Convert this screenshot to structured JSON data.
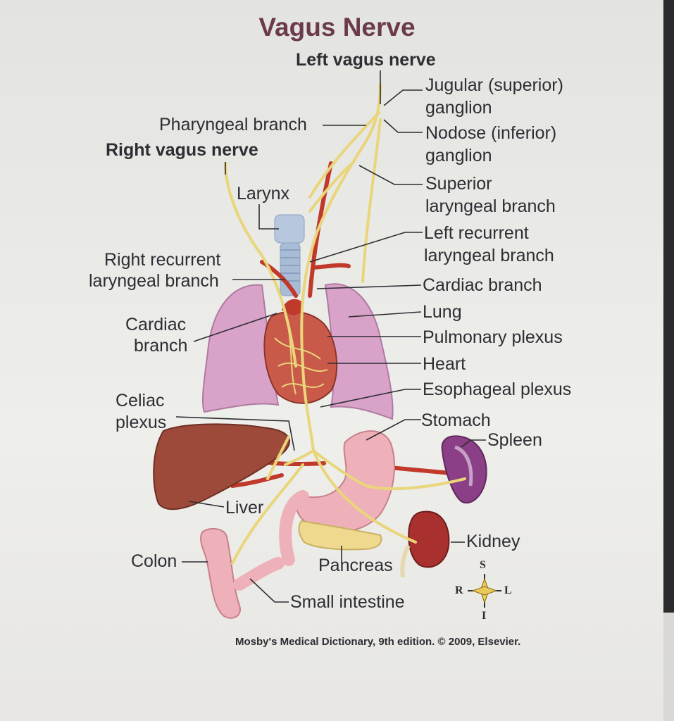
{
  "title": "Vagus Nerve",
  "labels": {
    "left_vagus_nerve": "Left vagus nerve",
    "jugular_1": "Jugular (superior)",
    "jugular_2": "ganglion",
    "pharyngeal_branch": "Pharyngeal branch",
    "nodose_1": "Nodose (inferior)",
    "nodose_2": "ganglion",
    "right_vagus_nerve": "Right vagus nerve",
    "superior_laryngeal_1": "Superior",
    "superior_laryngeal_2": "laryngeal branch",
    "larynx": "Larynx",
    "left_recurrent_1": "Left recurrent",
    "left_recurrent_2": "laryngeal branch",
    "right_recurrent_1": "Right recurrent",
    "right_recurrent_2": "laryngeal branch",
    "cardiac_branch_right": "Cardiac branch",
    "cardiac_left_1": "Cardiac",
    "cardiac_left_2": "branch",
    "lung": "Lung",
    "pulmonary_plexus": "Pulmonary plexus",
    "heart": "Heart",
    "esophageal_plexus": "Esophageal plexus",
    "celiac_1": "Celiac",
    "celiac_2": "plexus",
    "stomach": "Stomach",
    "spleen": "Spleen",
    "liver": "Liver",
    "kidney": "Kidney",
    "colon": "Colon",
    "pancreas": "Pancreas",
    "small_intestine": "Small intestine"
  },
  "compass": {
    "s": "S",
    "r": "R",
    "l": "L",
    "i": "I"
  },
  "credit": "Mosby's Medical Dictionary, 9th edition. © 2009, Elsevier.",
  "colors": {
    "nerve": "#e9d57a",
    "artery": "#c0392b",
    "lung": "#d9a3c9",
    "liver": "#9e4a3a",
    "heart": "#c95a4a",
    "stomach": "#efb1b9",
    "spleen": "#8a3f86",
    "kidney": "#a8302f",
    "pancreas": "#efd98f",
    "trachea": "#a9bcd6"
  }
}
